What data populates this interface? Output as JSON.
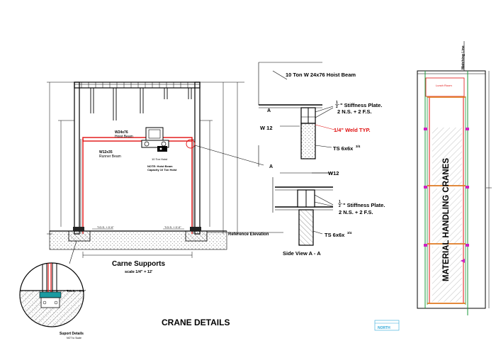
{
  "drawing": {
    "sheet_title": "CRANE DETAILS",
    "logo_text": "NORTH"
  },
  "elevation": {
    "title": "Carne Supports",
    "scale": "scale 1/4\" = 12'",
    "hoist_beam_label": "W24x76",
    "hoist_beam_sub": "Hoist Beam",
    "runner_beam_label": "W12x35",
    "runner_beam_sub": "Runner Beam",
    "hoist_label": "10 Ton Hoist",
    "note_line1": "NOTE: Hoist Beam",
    "note_line2": "Capacity 10 Ton Hoist",
    "grade_left": "T.O.S. + 0'-0\"",
    "grade_right": "T.O.S. + 0'-0\"",
    "reference": "Reference Elevation",
    "section_marker": "A"
  },
  "side_view": {
    "hoist_beam": "10 Ton W 24x76 Hoist Beam",
    "stiffness_1a": "\" Stiffness Plate.",
    "stiffness_1b": "2 N.S. + 2 F.S.",
    "w12_left": "W 12",
    "weld": "1/4\" Weld TYP.",
    "ts_upper": "TS 6x6x",
    "marker_top": "A",
    "marker_bottom": "A",
    "w12_right": "W12",
    "stiffness_2a": "\" Stiffness Plate.",
    "stiffness_2b": "2 N.S. + 2 F.S.",
    "ts_lower": "TS 6x6x",
    "title": "Side View A - A",
    "frac_num": "1",
    "frac_den": "2",
    "ts_frac": "3/4"
  },
  "support_detail": {
    "grade": "T.O.S. + 0'-0\"",
    "title": "Suport Details",
    "subtitle": "NOT to Scale"
  },
  "plan": {
    "matching_line": "Matching Line",
    "lunch_room": "Lunch Room",
    "title": "MATERIAL HANDLING CRANES"
  },
  "colors": {
    "line": "#000000",
    "accent_red": "#e01010",
    "hatch": "#555555",
    "plan_green": "#1a9a3a",
    "plan_orange": "#e07a20",
    "plan_magenta": "#d020c0",
    "logo_cyan": "#30a8d8"
  }
}
